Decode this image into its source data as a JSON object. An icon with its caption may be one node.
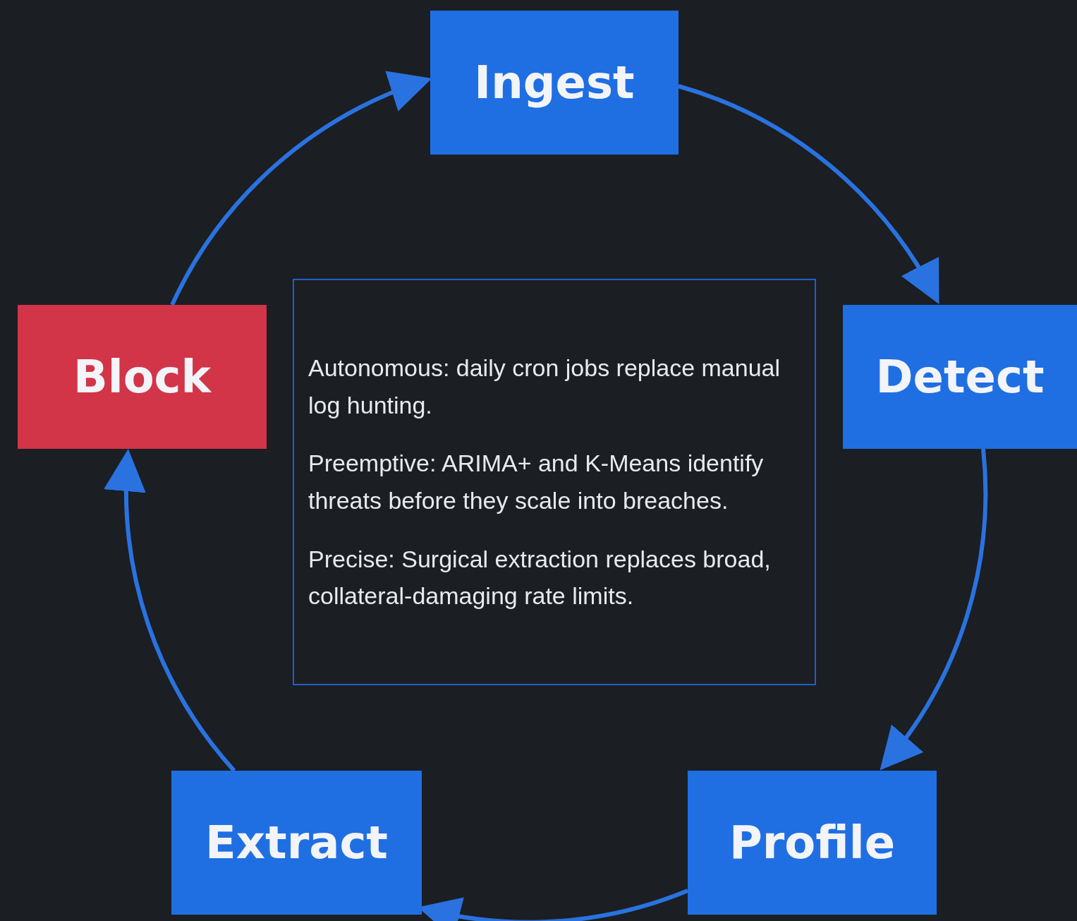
{
  "diagram": {
    "nodes": [
      {
        "text": [
          "Ingest"
        ]
      },
      {
        "text": [
          "Detect"
        ]
      },
      {
        "text": [
          "Profile"
        ]
      },
      {
        "text": [
          "Extract"
        ]
      },
      {
        "text": [
          "Block"
        ]
      },
      {
        "text": [
          "Autonomous: daily cron jobs replace manual log hunting.",
          "Preemptive: ARIMA+ and K-Means identify threats before they scale into breaches.",
          "Precise: Surgical extraction replaces broad, collateral-damaging rate limits."
        ]
      }
    ],
    "edges": [
      {
        "from": 0,
        "to": 1,
        "arrow": "to"
      },
      {
        "from": 1,
        "to": 2,
        "arrow": "to"
      },
      {
        "from": 2,
        "to": 3,
        "arrow": "to"
      },
      {
        "from": 3,
        "to": 4,
        "arrow": "to"
      },
      {
        "from": 4,
        "to": 0,
        "arrow": "to"
      }
    ]
  }
}
